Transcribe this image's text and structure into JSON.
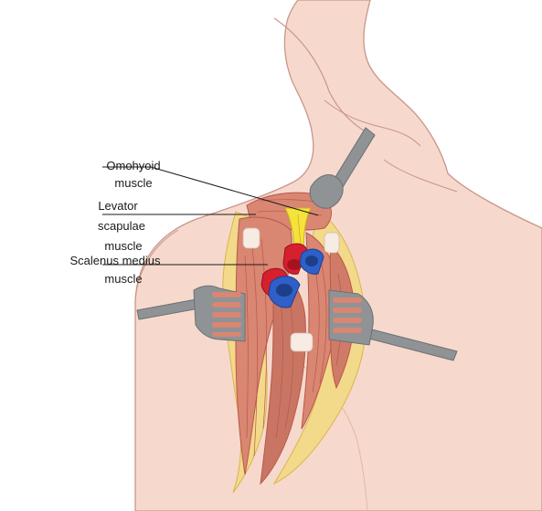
{
  "labels": {
    "omohyoid": [
      "Omohyoid",
      "muscle"
    ],
    "levator": [
      "Levator",
      "scapulae",
      "muscle"
    ],
    "scalenus": [
      "Scalenus medius",
      "muscle"
    ]
  },
  "colors": {
    "skin": "#f6d9cc",
    "skin_outline": "#c9968a",
    "muscle": "#d98672",
    "muscle_dark": "#b8584a",
    "fat": "#f3d98a",
    "fat_dark": "#d9b54f",
    "nerve": "#f5e23c",
    "artery": "#d6202f",
    "vein": "#2f5fc8",
    "retractor": "#8f9396",
    "leader_line": "#1a1a1a"
  }
}
